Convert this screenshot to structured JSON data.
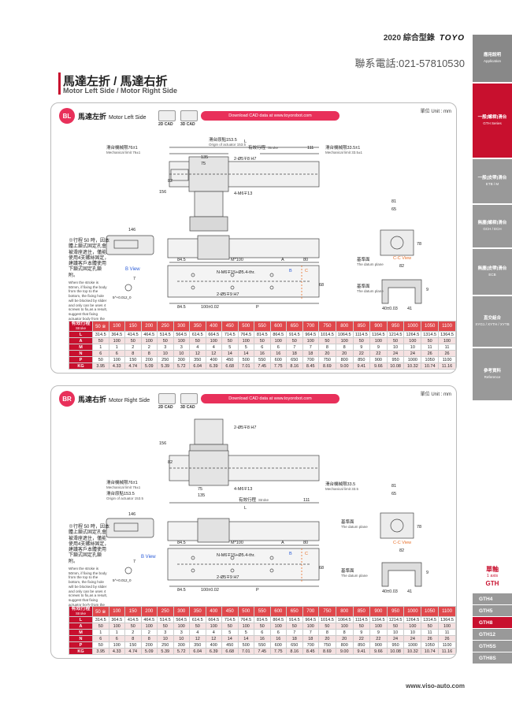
{
  "header": {
    "brand_text": "2020 綜合型錄",
    "logo": "TOYO",
    "phone": "聯系電話:021-57810530"
  },
  "page": {
    "title_zh": "馬達左折 / 馬達右折",
    "title_en": "Motor Left Side / Motor Right Side"
  },
  "side_tabs": [
    {
      "zh": "應用說明",
      "en": "Application"
    },
    {
      "zh": "一般(螺桿)滑台",
      "en": "GTH Series"
    },
    {
      "zh": "一般(皮帶)滑台",
      "en": "ETB / M"
    },
    {
      "zh": "無塵(螺桿)滑台",
      "en": "GCH / ECH"
    },
    {
      "zh": "無塵(皮帶)滑台",
      "en": "ECB"
    },
    {
      "zh": "直交組合",
      "en": "XYG1 / XYTH / XYTB"
    },
    {
      "zh": "參考資料",
      "en": "Reference"
    }
  ],
  "axis_label": {
    "zh": "單軸",
    "en": "1 axis",
    "model": "GTH"
  },
  "gth_list": [
    "GTH4",
    "GTH5",
    "GTH8",
    "GTH12",
    "GTH5S",
    "GTH8S"
  ],
  "gth_active": "GTH8",
  "footer": {
    "url": "www.viso-auto.com"
  },
  "colors": {
    "accent": "#c8102e",
    "badge": "#e8305a",
    "blue": "#2a5bd7",
    "orange": "#e8702a"
  },
  "common": {
    "cad2d": "2D CAD",
    "cad3d": "3D CAD",
    "download": "Download CAD data at www.toyorobot.com",
    "unit": "單位 Unit : mm",
    "note_zh": "※行程 50 時，因本體上鎖式固定孔會被滑座遮住，僅能使用4支螺絲固定，建議客戶本體使用下鎖式固定孔鎖附。",
    "note_en": "When the stroke is 50mm, if fixing the body from the top to the bottom, the fixing hole will be blocked by slider and only can be uses 4 screws to fix,as a result, suggest that fixing actuator body from the bottom to the top.",
    "bview": "B View",
    "ccview": "C-C View",
    "datum_zh": "基準面",
    "datum_en": "The datum plane"
  },
  "dims": {
    "origin_zh": "滑台原點153.5",
    "origin_en": "Origin of actuator 153.5",
    "stroke_zh": "有效行程",
    "stroke_en": "Stroke",
    "mlimit1_zh": "滑台機械限76±1",
    "mlimit1_en": "Mechanical limit 76±1",
    "mlimit2_zh": "滑台機械限33.5±1",
    "mlimit2_en": "Mechanical limit 33.5±1",
    "mlimit2b_zh": "滑台機械限33.5",
    "mlimit2b_en": "Mechanical limit 33.5",
    "d135": "135",
    "d75": "75",
    "d111": "111",
    "d156": "156",
    "d82": "82",
    "d146": "146",
    "d81": "81",
    "d65": "65",
    "d78": "78",
    "d845": "84.5",
    "m100": "M*100",
    "dA": "A",
    "d80": "80",
    "hole1": "2-Ø5∓8 H7",
    "hole2": "4-M6∓13",
    "tap": "N-M6∓15+Ø5.4-thr.",
    "hole3": "2-Ø5∓9 H7",
    "d100": "100±0.02",
    "dP": "P",
    "dL": "L",
    "d68": "68",
    "d9": "9",
    "d407": "40±0.03",
    "d41": "41",
    "d7": "7",
    "d50": "5^+0.012_0",
    "ccB": "B",
    "ccC": "C"
  },
  "panels": [
    {
      "badge": "BL",
      "title_zh": "馬達左折",
      "title_en": "Motor Left Side"
    },
    {
      "badge": "BR",
      "title_zh": "馬達右折",
      "title_en": "Motor Right Side"
    }
  ],
  "spec_table": {
    "stroke_zh": "有效行程",
    "stroke_en": "Stroke",
    "strokes": [
      "50 ※",
      "100",
      "150",
      "200",
      "250",
      "300",
      "350",
      "400",
      "450",
      "500",
      "550",
      "600",
      "650",
      "700",
      "750",
      "800",
      "850",
      "900",
      "950",
      "1000",
      "1050",
      "1100"
    ],
    "rows": [
      {
        "label": "L",
        "values": [
          "314.5",
          "364.5",
          "414.5",
          "464.5",
          "514.5",
          "564.5",
          "614.5",
          "664.5",
          "714.5",
          "764.5",
          "814.5",
          "864.5",
          "914.5",
          "964.5",
          "1014.5",
          "1064.5",
          "1114.5",
          "1164.5",
          "1214.5",
          "1264.5",
          "1314.5",
          "1364.5"
        ]
      },
      {
        "label": "A",
        "values": [
          "50",
          "100",
          "50",
          "100",
          "50",
          "100",
          "50",
          "100",
          "50",
          "100",
          "50",
          "100",
          "50",
          "100",
          "50",
          "100",
          "50",
          "100",
          "50",
          "100",
          "50",
          "100"
        ]
      },
      {
        "label": "M",
        "values": [
          "1",
          "1",
          "2",
          "2",
          "3",
          "3",
          "4",
          "4",
          "5",
          "5",
          "6",
          "6",
          "7",
          "7",
          "8",
          "8",
          "9",
          "9",
          "10",
          "10",
          "11",
          "11"
        ]
      },
      {
        "label": "N",
        "values": [
          "6",
          "6",
          "8",
          "8",
          "10",
          "10",
          "12",
          "12",
          "14",
          "14",
          "16",
          "16",
          "18",
          "18",
          "20",
          "20",
          "22",
          "22",
          "24",
          "24",
          "26",
          "26"
        ]
      },
      {
        "label": "P",
        "values": [
          "50",
          "100",
          "150",
          "200",
          "250",
          "300",
          "350",
          "400",
          "450",
          "500",
          "550",
          "600",
          "650",
          "700",
          "750",
          "800",
          "850",
          "900",
          "950",
          "1000",
          "1050",
          "1100"
        ]
      },
      {
        "label": "KG",
        "values": [
          "3.95",
          "4.33",
          "4.74",
          "5.09",
          "5.39",
          "5.72",
          "6.04",
          "6.39",
          "6.68",
          "7.01",
          "7.45",
          "7.75",
          "8.16",
          "8.45",
          "8.69",
          "9.00",
          "9.41",
          "9.66",
          "10.08",
          "10.32",
          "10.74",
          "11.16"
        ]
      }
    ]
  }
}
